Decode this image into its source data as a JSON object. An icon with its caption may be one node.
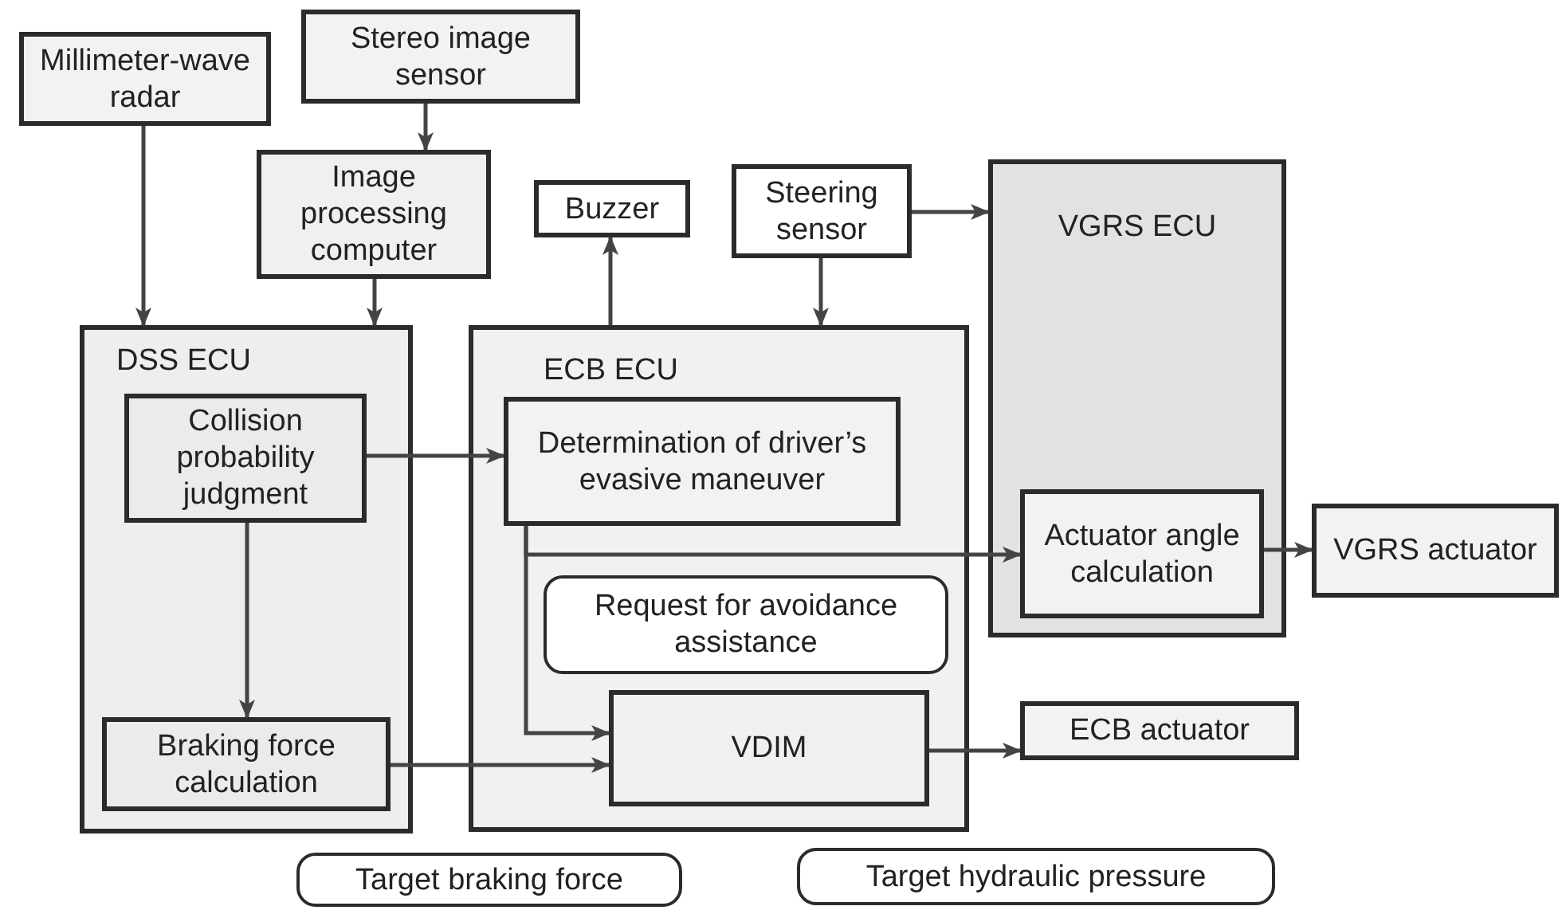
{
  "diagram": {
    "nodes": [
      {
        "text": [
          "Millimeter-wave radar"
        ]
      },
      {
        "text": [
          "Stereo image sensor"
        ]
      },
      {
        "text": [
          "Image processing computer"
        ]
      },
      {
        "text": [
          "Buzzer"
        ]
      },
      {
        "text": [
          "Steering sensor"
        ]
      },
      {
        "text": [
          "VGRS ECU"
        ]
      },
      {
        "text": [
          "DSS ECU"
        ]
      },
      {
        "text": [
          "Collision probability judgment"
        ],
        "in": 6
      },
      {
        "text": [
          "Braking force calculation"
        ],
        "in": 6
      },
      {
        "text": [
          "ECB ECU"
        ]
      },
      {
        "text": [
          "Determination of driver’s evasive maneuver"
        ],
        "in": 9
      },
      {
        "text": [
          "Request for avoidance assistance"
        ],
        "in": 9
      },
      {
        "text": [
          "VDIM"
        ],
        "in": 9
      },
      {
        "text": [
          "Actuator angle calculation"
        ],
        "in": 5
      },
      {
        "text": [
          "VGRS actuator"
        ]
      },
      {
        "text": [
          "ECB actuator"
        ]
      },
      {
        "text": [
          "Target braking force"
        ]
      },
      {
        "text": [
          "Target hydraulic pressure"
        ]
      }
    ],
    "edges": [
      {
        "from": 0,
        "to": 6,
        "arrow": "to"
      },
      {
        "from": 1,
        "to": 2,
        "arrow": "to"
      },
      {
        "from": 2,
        "to": 6,
        "arrow": "to"
      },
      {
        "from": 9,
        "to": 3,
        "arrow": "to"
      },
      {
        "from": 4,
        "to": 9,
        "arrow": "to"
      },
      {
        "from": 4,
        "to": 5,
        "arrow": "to"
      },
      {
        "from": 7,
        "to": 10,
        "arrow": "to"
      },
      {
        "from": 7,
        "to": 8,
        "arrow": "to"
      },
      {
        "from": 10,
        "to": 13,
        "arrow": "to"
      },
      {
        "from": 10,
        "to": 12,
        "arrow": "to"
      },
      {
        "from": 8,
        "to": 12,
        "arrow": "to"
      },
      {
        "from": 12,
        "to": 15,
        "arrow": "to"
      },
      {
        "from": 13,
        "to": 14,
        "arrow": "to"
      }
    ]
  }
}
